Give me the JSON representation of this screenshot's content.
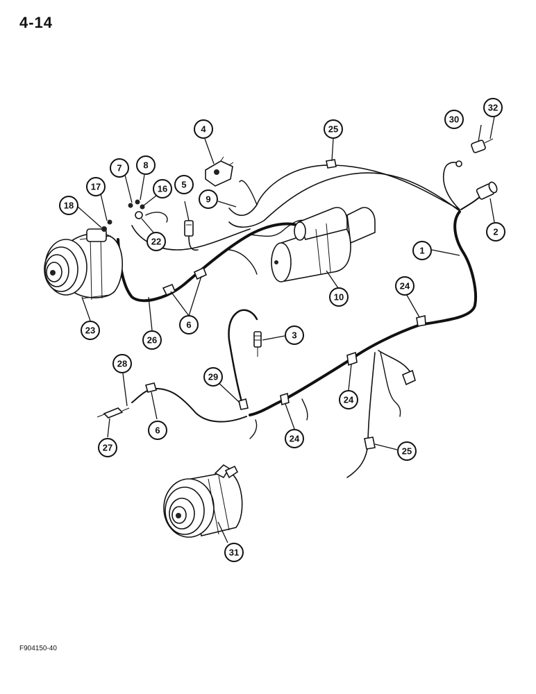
{
  "page": {
    "page_number": "4-14",
    "figure_code": "F904150-40"
  },
  "callouts": {
    "c1": "1",
    "c2": "2",
    "c3": "3",
    "c4": "4",
    "c5": "5",
    "c6a": "6",
    "c6b": "6",
    "c7": "7",
    "c8": "8",
    "c9": "9",
    "c10": "10",
    "c16": "16",
    "c17": "17",
    "c18": "18",
    "c22": "22",
    "c23": "23",
    "c24a": "24",
    "c24b": "24",
    "c24c": "24",
    "c25a": "25",
    "c25b": "25",
    "c26": "26",
    "c27": "27",
    "c28": "28",
    "c29": "29",
    "c30": "30",
    "c31": "31",
    "c32": "32"
  }
}
